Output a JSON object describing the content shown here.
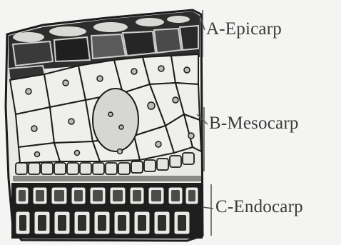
{
  "labels": {
    "epicarp": "A-Epicarp",
    "mesocarp": "B-Mesocarp",
    "endocarp": "C-Endocarp"
  },
  "colors": {
    "ink": "#1c1c1c",
    "dark_cell": "#2a2a2a",
    "mid_cell": "#6d6d6d",
    "light_cell": "#ececea",
    "paper": "#f4f4f2"
  }
}
